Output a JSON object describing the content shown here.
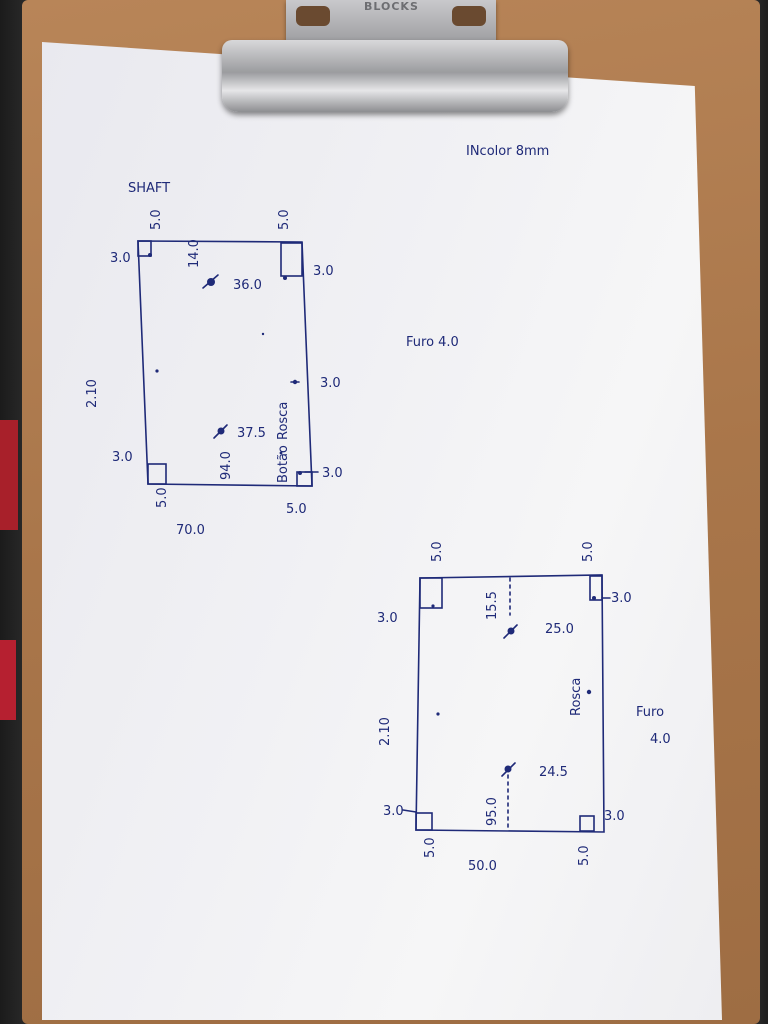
{
  "clipboard": {
    "brand": "BLOCKS"
  },
  "header_note": "INcolor 8mm",
  "shaft": {
    "title": "SHAFT",
    "width_label": "70.0",
    "height_label": "2.10",
    "top_left_offset": "5.0",
    "top_right_offset": "5.0",
    "left_top": "3.0",
    "right_top": "3.0",
    "right_middle": "3.0",
    "left_bottom": "3.0",
    "right_bottom": "3.0",
    "bottom_left_offset": "5.0",
    "bottom_right_offset": "5.0",
    "upper_hole_vertical": "14.0",
    "upper_hole_horizontal": "36.0",
    "lower_hole_horizontal": "37.5",
    "lower_hole_vertical": "94.0",
    "lower_note_1": "Rosca",
    "lower_note_2": "Botão"
  },
  "shaft_hole_note": "Furo 4.0",
  "second_panel": {
    "width_label": "50.0",
    "height_label": "2.10",
    "top_left_offset": "5.0",
    "top_right_offset": "5.0",
    "left_top": "3.0",
    "right_top": "3.0",
    "left_bottom": "3.0",
    "right_bottom": "3.0",
    "bottom_left_offset": "5.0",
    "bottom_right_offset": "5.0",
    "upper_hole_vertical": "15.5",
    "upper_hole_horizontal": "25.0",
    "lower_hole_horizontal": "24.5",
    "lower_hole_vertical": "95.0",
    "side_note": "Rosca"
  },
  "second_hole_note_1": "Furo",
  "second_hole_note_2": "4.0",
  "colors": {
    "ink": "#1f2a78",
    "paper": "#f2f2f5",
    "board": "#a9764a"
  }
}
